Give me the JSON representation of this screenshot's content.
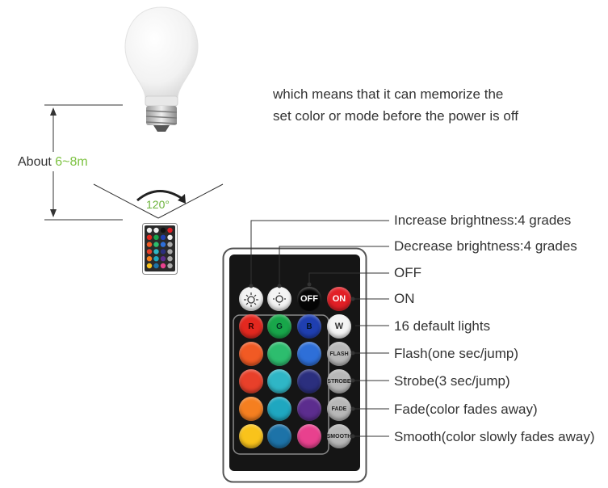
{
  "memory_text": {
    "line1": "which means that it can memorize the",
    "line2": "set color or mode before the power is off"
  },
  "distance": {
    "prefix": "About ",
    "value": "6~8m"
  },
  "angle": "120°",
  "remote": {
    "buttons": {
      "off": "OFF",
      "on": "ON",
      "r": "R",
      "g": "G",
      "b": "B",
      "w": "W",
      "flash": "FLASH",
      "strobe": "STROBE",
      "fade": "FADE",
      "smooth": "SMOOTH"
    },
    "colors": {
      "r": "#e3281f",
      "g": "#18a64a",
      "b": "#1f3fb0",
      "row2": [
        "#f15a24",
        "#2dbd6e",
        "#2e6fd8"
      ],
      "row3": [
        "#e8402a",
        "#2fb6c6",
        "#2b2f7e"
      ],
      "row4": [
        "#f57f20",
        "#1fa7c0",
        "#5c2d8e"
      ],
      "row5": [
        "#f9c31b",
        "#1d73a8",
        "#e8418e"
      ]
    }
  },
  "labels": {
    "increase": "Increase brightness:4 grades",
    "decrease": "Decrease brightness:4 grades",
    "off": "OFF",
    "on": "ON",
    "default_lights": "16 default lights",
    "flash": "Flash(one sec/jump)",
    "strobe": "Strobe(3 sec/jump)",
    "fade": "Fade(color fades away)",
    "smooth": "Smooth(color slowly fades away)"
  },
  "icons": [
    "bulb-icon",
    "sun-up-icon",
    "sun-down-icon",
    "rotate-arrow-icon"
  ]
}
